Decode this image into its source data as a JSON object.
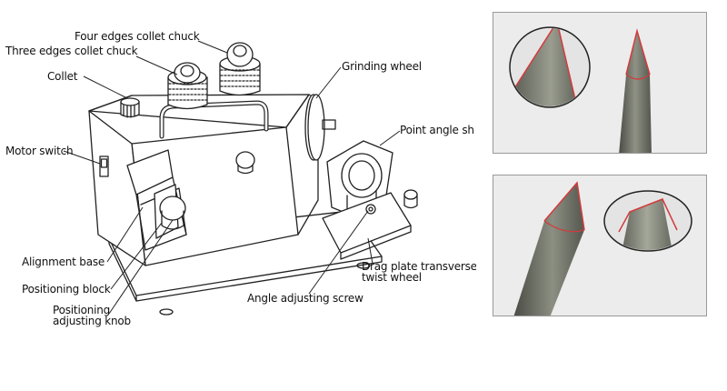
{
  "labels": {
    "four_edges_collet_chuck": "Four edges collet chuck",
    "three_edges_collet_chuck": "Three edges collet chuck",
    "collet": "Collet",
    "grinding_wheel": "Grinding wheel",
    "motor_switch": "Motor switch",
    "point_angle_seat": "Point angle she",
    "alignment_base": "Alignment base",
    "positioning_block": "Positioning block",
    "positioning_adjusting_knob_line1": "Positioning",
    "positioning_adjusting_knob_line2": "adjusting knob",
    "angle_adjusting_screw": "Angle adjusting screw",
    "drag_plate_line1": "Drag plate transverse",
    "drag_plate_line2": "twist wheel"
  },
  "colors": {
    "line": "#222222",
    "panel_bg": "#ececec",
    "tip_edge": "#d23b3b",
    "metal_dark": "#5e6058",
    "metal_light": "#a9aca0"
  }
}
